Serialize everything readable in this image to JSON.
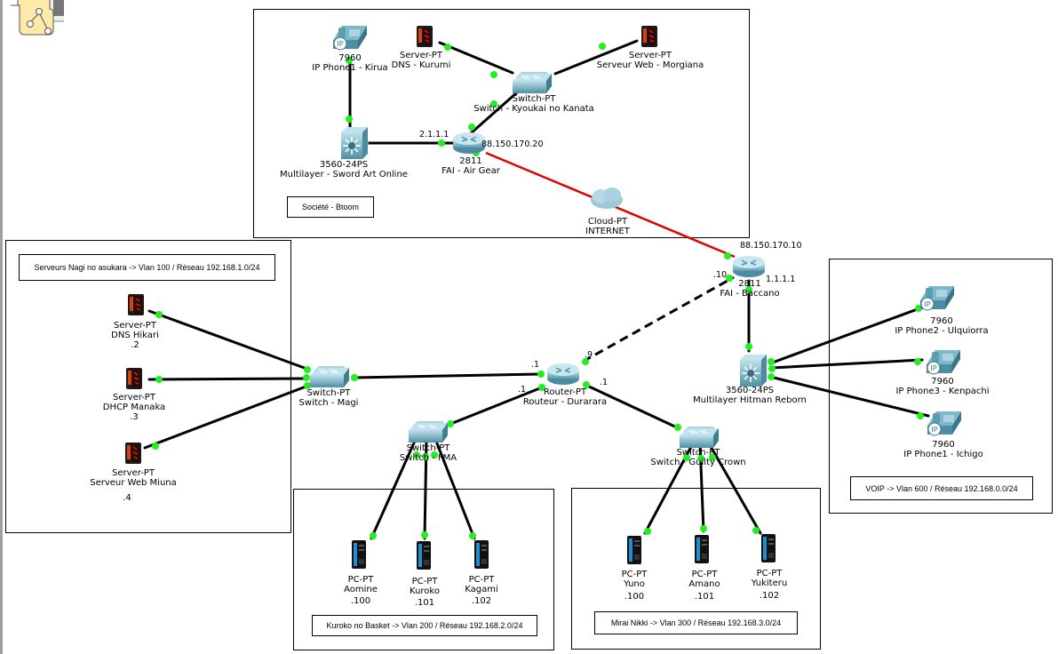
{
  "areas": {
    "societe": {
      "label": "Société - Btoom"
    },
    "nagi": {
      "label": "Serveurs Nagi no asukara -> Vlan 100 / Réseau 192.168.1.0/24"
    },
    "kuroko": {
      "label": "Kuroko no Basket -> Vlan 200 / Réseau 192.168.2.0/24"
    },
    "mirai": {
      "label": "Mirai Nikki -> Vlan 300 / Réseau 192.168.3.0/24"
    },
    "voip": {
      "label": "VOIP -> Vlan 600 / Réseau 192.168.0.0/24"
    }
  },
  "devices": {
    "phone_kirua": {
      "model": "7960",
      "name": "IP Phone1 - Kirua"
    },
    "dns_kurumi": {
      "model": "Server-PT",
      "name": "DNS - Kurumi"
    },
    "web_morgiana": {
      "model": "Server-PT",
      "name": "Serveur Web -  Morgiana"
    },
    "sw_kyoukai": {
      "model": "Switch-PT",
      "name": "Switch - Kyoukai no Kanata"
    },
    "ml_sao": {
      "model": "3560-24PS",
      "name": "Multilayer - Sword Art Online"
    },
    "fai_airgear": {
      "model": "2811",
      "name": "FAI - Air Gear"
    },
    "cloud": {
      "model": "Cloud-PT",
      "name": "INTERNET"
    },
    "fai_baccano": {
      "model": "2811",
      "name": "FAI - Baccano"
    },
    "ml_hitman": {
      "model": "3560-24PS",
      "name": "Multilayer Hitman Reborn"
    },
    "phone_ulquiorra": {
      "model": "7960",
      "name": "IP Phone2 - Ulquiorra"
    },
    "phone_kenpachi": {
      "model": "7960",
      "name": "IP Phone3 - Kenpachi"
    },
    "phone_ichigo": {
      "model": "7960",
      "name": "IP Phone1 - Ichigo"
    },
    "router_durarara": {
      "model": "Router-PT",
      "name": "Routeur - Durarara"
    },
    "sw_magi": {
      "model": "Switch-PT",
      "name": "Switch - Magi"
    },
    "dns_hikari": {
      "model": "Server-PT",
      "name": "DNS  Hikari",
      "ip": ".2"
    },
    "dhcp_manaka": {
      "model": "Server-PT",
      "name": "DHCP  Manaka",
      "ip": ".3"
    },
    "web_miuna": {
      "model": "Server-PT",
      "name": "Serveur  Web  Miuna",
      "ip": ".4"
    },
    "sw_fma": {
      "model": "Switch-PT",
      "name": "Switch - FMA"
    },
    "pc_aomine": {
      "model": "PC-PT",
      "name": "Aomine",
      "ip": ".100"
    },
    "pc_kuroko": {
      "model": "PC-PT",
      "name": "Kuroko",
      "ip": ".101"
    },
    "pc_kagami": {
      "model": "PC-PT",
      "name": "Kagami",
      "ip": ".102"
    },
    "sw_guilty": {
      "model": "Switch-PT",
      "name": "Switch - Guilty Crown"
    },
    "pc_yuno": {
      "model": "PC-PT",
      "name": "Yuno",
      "ip": ".100"
    },
    "pc_amano": {
      "model": "PC-PT",
      "name": "Amano",
      "ip": ".101"
    },
    "pc_yukiteru": {
      "model": "PC-PT",
      "name": "Yukiteru",
      "ip": ".102"
    }
  },
  "interface_labels": {
    "airgear_lan": "2.1.1.1",
    "airgear_wan": "88.150.170.20",
    "baccano_wan": "88.150.170.10",
    "baccano_lan": "1.1.1.1",
    "baccano_link": ".10",
    "durarara_link": ".9",
    "durarara_magi": ".1",
    "durarara_fma": ".1",
    "durarara_guilty": ".1"
  },
  "colors": {
    "link": "#000000",
    "serial_link": "#e00000",
    "port_up": "#22ee22",
    "device_blue": "#5fa3b8"
  },
  "icons": {
    "toolbar": "logical-workspace-icon"
  }
}
